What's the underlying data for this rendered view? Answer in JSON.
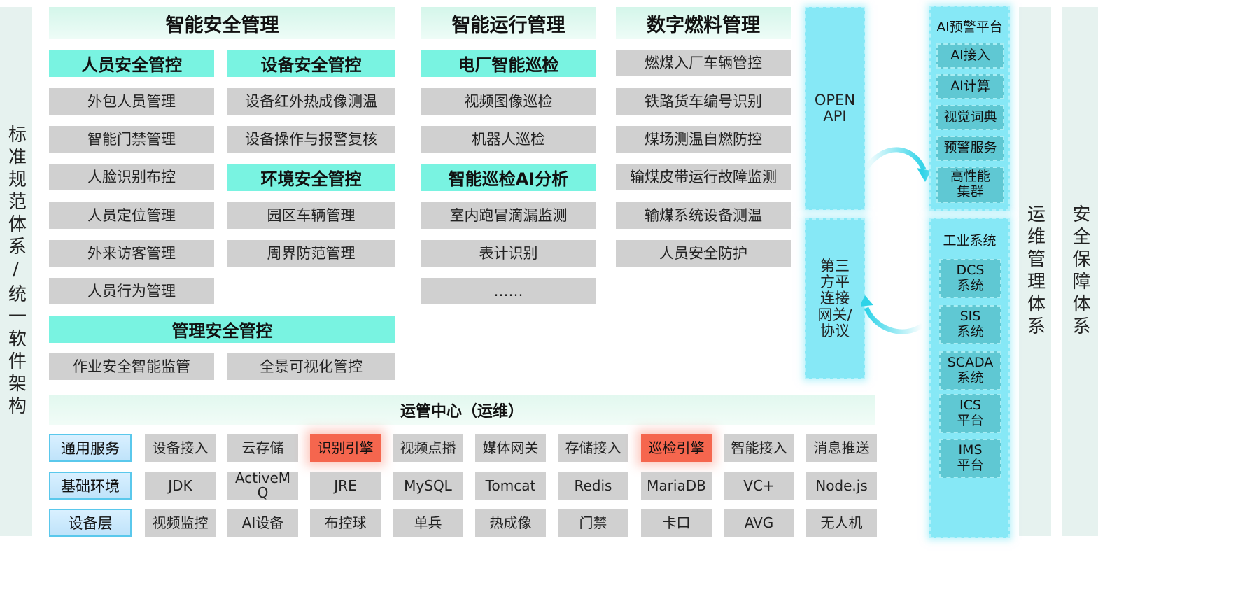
{
  "left_strip": "标准规范体系/统一软件架构",
  "right_strips": [
    "运维管理体系",
    "安全保障体系"
  ],
  "sections": {
    "smart_safety": {
      "title": "智能安全管理",
      "personnel": {
        "title": "人员安全管控",
        "items": [
          "外包人员管理",
          "智能门禁管理",
          "人脸识别布控",
          "人员定位管理",
          "外来访客管理",
          "人员行为管理"
        ]
      },
      "equipment": {
        "title": "设备安全管控",
        "items": [
          "设备红外热成像测温",
          "设备操作与报警复核"
        ]
      },
      "environment": {
        "title": "环境安全管控",
        "items": [
          "园区车辆管理",
          "周界防范管理"
        ]
      },
      "management": {
        "title": "管理安全管控",
        "items": [
          "作业安全智能监管",
          "全景可视化管控"
        ]
      }
    },
    "smart_operation": {
      "title": "智能运行管理",
      "inspection": {
        "title": "电厂智能巡检",
        "items": [
          "视频图像巡检",
          "机器人巡检"
        ]
      },
      "ai_analysis": {
        "title": "智能巡检AI分析",
        "items": [
          "室内跑冒滴漏监测",
          "表计识别",
          "……"
        ]
      }
    },
    "digital_fuel": {
      "title": "数字燃料管理",
      "items": [
        "燃煤入厂车辆管控",
        "铁路货车编号识别",
        "煤场测温自燃防控",
        "输煤皮带运行故障监测",
        "输煤系统设备测温",
        "人员安全防护"
      ]
    }
  },
  "ops_center": "运管中心（运维）",
  "bottom_rows": [
    {
      "label": "通用服务",
      "items": [
        "设备接入",
        "云存储",
        "识别引擎",
        "视频点播",
        "媒体网关",
        "存储接入",
        "巡检引擎",
        "智能接入",
        "消息推送"
      ],
      "highlighted": [
        "识别引擎",
        "巡检引擎"
      ]
    },
    {
      "label": "基础环境",
      "items": [
        "JDK",
        "ActiveM\nQ",
        "JRE",
        "MySQL",
        "Tomcat",
        "Redis",
        "MariaDB",
        "VC+",
        "Node.js"
      ]
    },
    {
      "label": "设备层",
      "items": [
        "视频监控",
        "AI设备",
        "布控球",
        "单兵",
        "热成像",
        "门禁",
        "卡口",
        "AVG",
        "无人机"
      ]
    }
  ],
  "interfaces": {
    "open_api": "OPEN\nAPI",
    "third_party": "第三\n方平\n连接\n网关/\n协议"
  },
  "ai_platform": {
    "title": "AI预警平台",
    "items": [
      "AI接入",
      "AI计算",
      "视觉词典",
      "预警服务",
      "高性能\n集群"
    ]
  },
  "industrial": {
    "title": "工业系统",
    "items": [
      "DCS\n系统",
      "SIS\n系统",
      "SCADA\n系统",
      "ICS\n平台",
      "IMS\n平台"
    ]
  },
  "colors": {
    "header_bg": "#d4f6ea",
    "category_bg": "#79f3e1",
    "item_bg": "#d0d0d0",
    "highlight": "#f5664e",
    "cyan_panel": "#86e8f6",
    "sub_box": "#5fc8d3",
    "row_label_border": "#5ac8ec"
  }
}
